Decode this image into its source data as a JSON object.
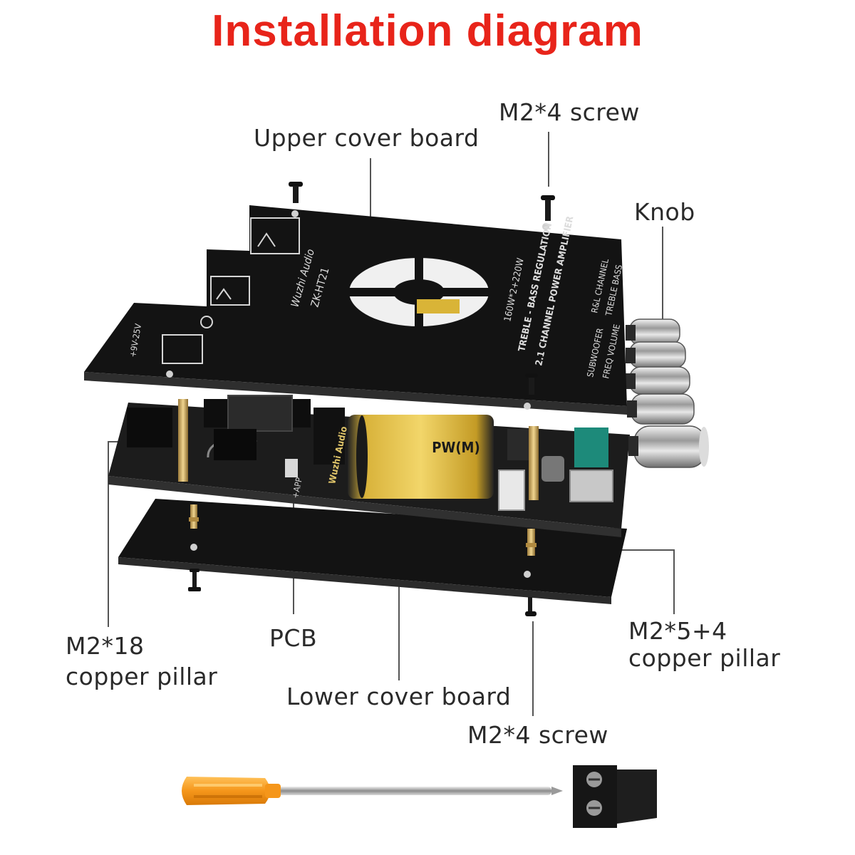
{
  "title": "Installation diagram",
  "colors": {
    "title": "#e8241a",
    "board": "#131313",
    "pcb": "#1a1a1a",
    "copper": "#c9a256",
    "capacitor": "#d9b437",
    "leader": "#555555"
  },
  "labels": {
    "screw_top": "M2*4 screw",
    "upper_cover": "Upper cover board",
    "knob": "Knob",
    "pillar_long_1": "M2*18",
    "pillar_long_2": "copper pillar",
    "pcb": "PCB",
    "pillar_short_1": "M2*5+4",
    "pillar_short_2": "copper pillar",
    "lower_cover": "Lower cover board",
    "screw_bottom": "M2*4 screw"
  },
  "board_text": {
    "brand": "Wuzhi Audio",
    "model": "ZK-HT21",
    "line1": "160W*2+220W",
    "line2": "TREBLE - BASS REGULATION",
    "line3": "2.1 CHANNEL POWER AMPLIFIER",
    "knob_row1": "SUBWOOFER",
    "knob_row2": "FREQ   VOLUME",
    "knob_row3": "TREBLE   BASS",
    "channel": "R&L CHANNEL",
    "power": "+9V-25V",
    "cap": "PW(M)",
    "pcb_brand": "Wuzhi Audio",
    "pcb_app": "+APP"
  }
}
